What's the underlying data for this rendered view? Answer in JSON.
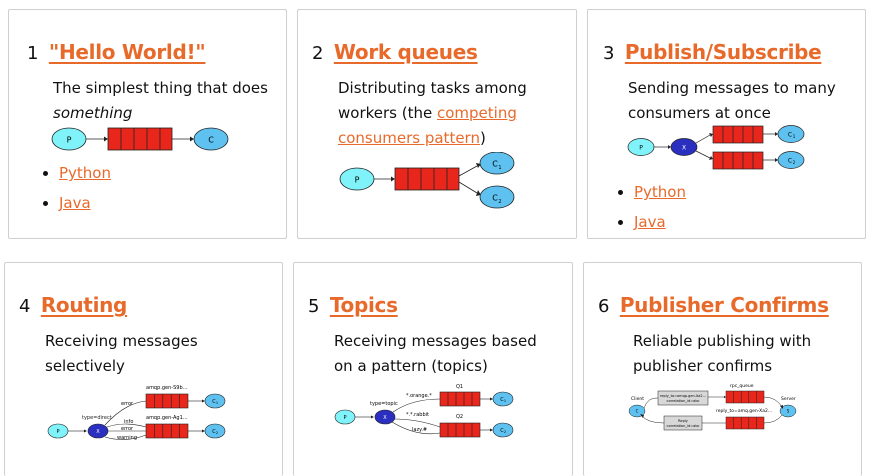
{
  "tutorials": [
    {
      "number": "1",
      "title": "\"Hello World!\"",
      "description_lines": [
        "The simplest thing that does",
        "something"
      ],
      "diagram": {
        "producer": "P",
        "consumer": "C"
      },
      "links": [
        "Python",
        "Java"
      ]
    },
    {
      "number": "2",
      "title": "Work queues",
      "description_pre": "Distributing tasks among",
      "description_mid": "workers (the ",
      "description_link_1": "competing",
      "description_link_2": "consumers pattern",
      "description_post": ")",
      "diagram": {
        "producer": "P",
        "consumer_1": "C",
        "consumer_1_sub": "1",
        "consumer_2": "C",
        "consumer_2_sub": "2"
      }
    },
    {
      "number": "3",
      "title": "Publish/Subscribe",
      "description_lines": [
        "Sending messages to many",
        "consumers at once"
      ],
      "diagram": {
        "producer": "P",
        "exchange": "X",
        "consumer_1": "C",
        "consumer_1_sub": "1",
        "consumer_2": "C",
        "consumer_2_sub": "2"
      },
      "links": [
        "Python",
        "Java"
      ]
    },
    {
      "number": "4",
      "title": "Routing",
      "description_lines": [
        "Receiving messages",
        "selectively"
      ],
      "diagram": {
        "producer": "P",
        "exchange": "X",
        "exchange_type": "type=direct",
        "queue_1": "amqp.gen-S9b...",
        "queue_2": "amqp.gen-Ag1...",
        "binding_1": "error",
        "binding_2": "info",
        "binding_3": "error",
        "binding_4": "warning",
        "consumer_1": "C",
        "consumer_1_sub": "1",
        "consumer_2": "C",
        "consumer_2_sub": "2"
      }
    },
    {
      "number": "5",
      "title": "Topics",
      "description_lines": [
        "Receiving messages based",
        "on a pattern (topics)"
      ],
      "diagram": {
        "producer": "P",
        "exchange": "X",
        "exchange_type": "type=topic",
        "queue_1": "Q1",
        "queue_2": "Q2",
        "binding_1": "*.orange.*",
        "binding_2": "*.*.rabbit",
        "binding_3": "lazy.#",
        "consumer_1": "C",
        "consumer_1_sub": "1",
        "consumer_2": "C",
        "consumer_2_sub": "2"
      }
    },
    {
      "number": "6",
      "title": "Publisher Confirms",
      "description_lines": [
        "Reliable publishing with",
        "publisher confirms"
      ],
      "diagram": {
        "client_label": "Client",
        "client": "C",
        "server_label": "Server",
        "server": "S",
        "rpc_queue": "rpc_queue",
        "reply_queue": "reply_to=amq.gen-Xa2...",
        "request_box_1": "reply_to=amqp.gen-Xa2...",
        "request_box_2": "correlation_id=abc",
        "reply_box_1": "Reply",
        "reply_box_2": "correlation_id=abc"
      }
    }
  ],
  "colors": {
    "accent": "#e86a2b",
    "producer_fill": "#7ff3f9",
    "consumer_fill": "#5ec1f0",
    "exchange_fill": "#2a2fc0",
    "queue_fill": "#e8261c"
  }
}
